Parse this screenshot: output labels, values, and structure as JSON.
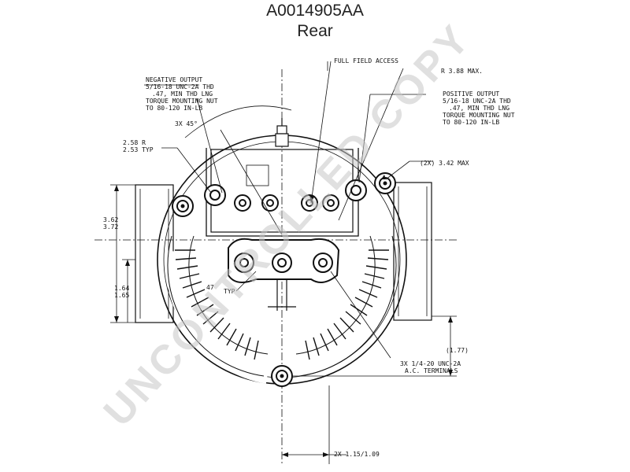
{
  "header": {
    "part_number": "A0014905AA",
    "view": "Rear"
  },
  "annotations": {
    "full_field_access": "FULL FIELD ACCESS",
    "radius_max": "R 3.88 MAX.",
    "neg_output": [
      "NEGATIVE OUTPUT",
      "5/16-18 UNC-2A THD",
      ".47, MIN THD LNG",
      "TORQUE MOUNTING NUT",
      "TO 80-120 IN-LB"
    ],
    "pos_output": [
      "POSITIVE OUTPUT",
      "5/16-18 UNC-2A THD",
      ".47, MIN THD LNG",
      "TORQUE MOUNTING NUT",
      "TO 80-120 IN-LB"
    ],
    "angle": "3X 45°",
    "radius_typ": [
      "2.58 R",
      "2.53 TYP"
    ],
    "max_342": "(2X) 3.42 MAX",
    "dim_height": [
      "3.62",
      "3.72"
    ],
    "dim_mid": [
      "1.64",
      "1.65"
    ],
    "typ_partial": [
      "47",
      "TYP"
    ],
    "dim_177": "(1.77)",
    "ac_terminals": [
      "3X 1/4-20 UNC-2A",
      "A.C. TERMINALS"
    ],
    "bottom_dim": "2X 1.15/1.09"
  },
  "watermark": "UNCONTROLLED COPY"
}
